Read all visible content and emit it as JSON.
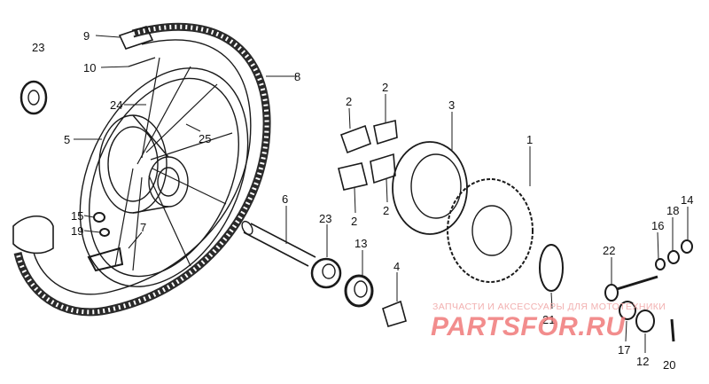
{
  "diagram": {
    "labels": {
      "p1": "1",
      "p2a": "2",
      "p2b": "2",
      "p2c": "2",
      "p2d": "2",
      "p3": "3",
      "p4": "4",
      "p5": "5",
      "p6": "6",
      "p7": "7",
      "p8": "8",
      "p9": "9",
      "p10": "10",
      "p12": "12",
      "p13": "13",
      "p14": "14",
      "p15": "15",
      "p16": "16",
      "p17": "17",
      "p18": "18",
      "p19": "19",
      "p20": "20",
      "p21": "21",
      "p22": "22",
      "p23a": "23",
      "p23b": "23",
      "p24": "24",
      "p25": "25"
    },
    "line_color": "#1a1a1a"
  },
  "watermark": {
    "caption": "ЗАПЧАСТИ И АКСЕССУАРЫ ДЛЯ МОТОТЕХНИКИ",
    "logo_text": "PARTSFOR.RU",
    "color": "#f07a7a"
  }
}
